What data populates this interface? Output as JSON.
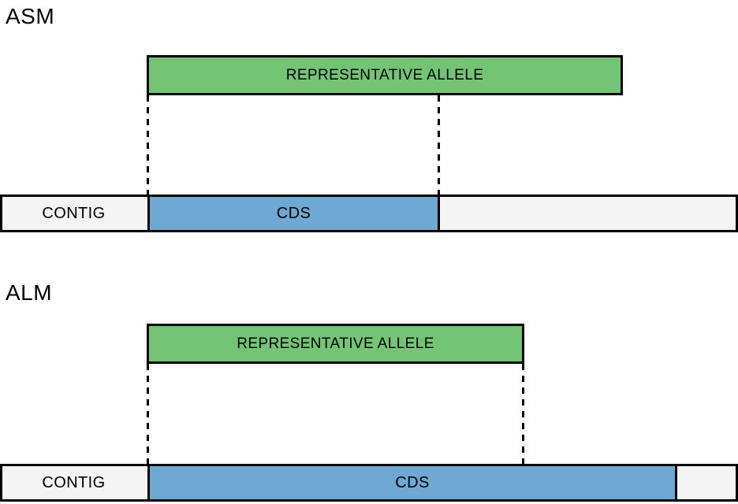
{
  "colors": {
    "allele_green": "#74C476",
    "cds_blue": "#6FA8D3",
    "contig_gray": "#F4F4F4",
    "border_black": "#000000"
  },
  "sections": {
    "asm": {
      "title": "ASM",
      "allele_label": "REPRESENTATIVE ALLELE",
      "contig_label": "CONTIG",
      "cds_label": "CDS"
    },
    "alm": {
      "title": "ALM",
      "allele_label": "REPRESENTATIVE ALLELE",
      "contig_label": "CONTIG",
      "cds_label": "CDS"
    }
  }
}
